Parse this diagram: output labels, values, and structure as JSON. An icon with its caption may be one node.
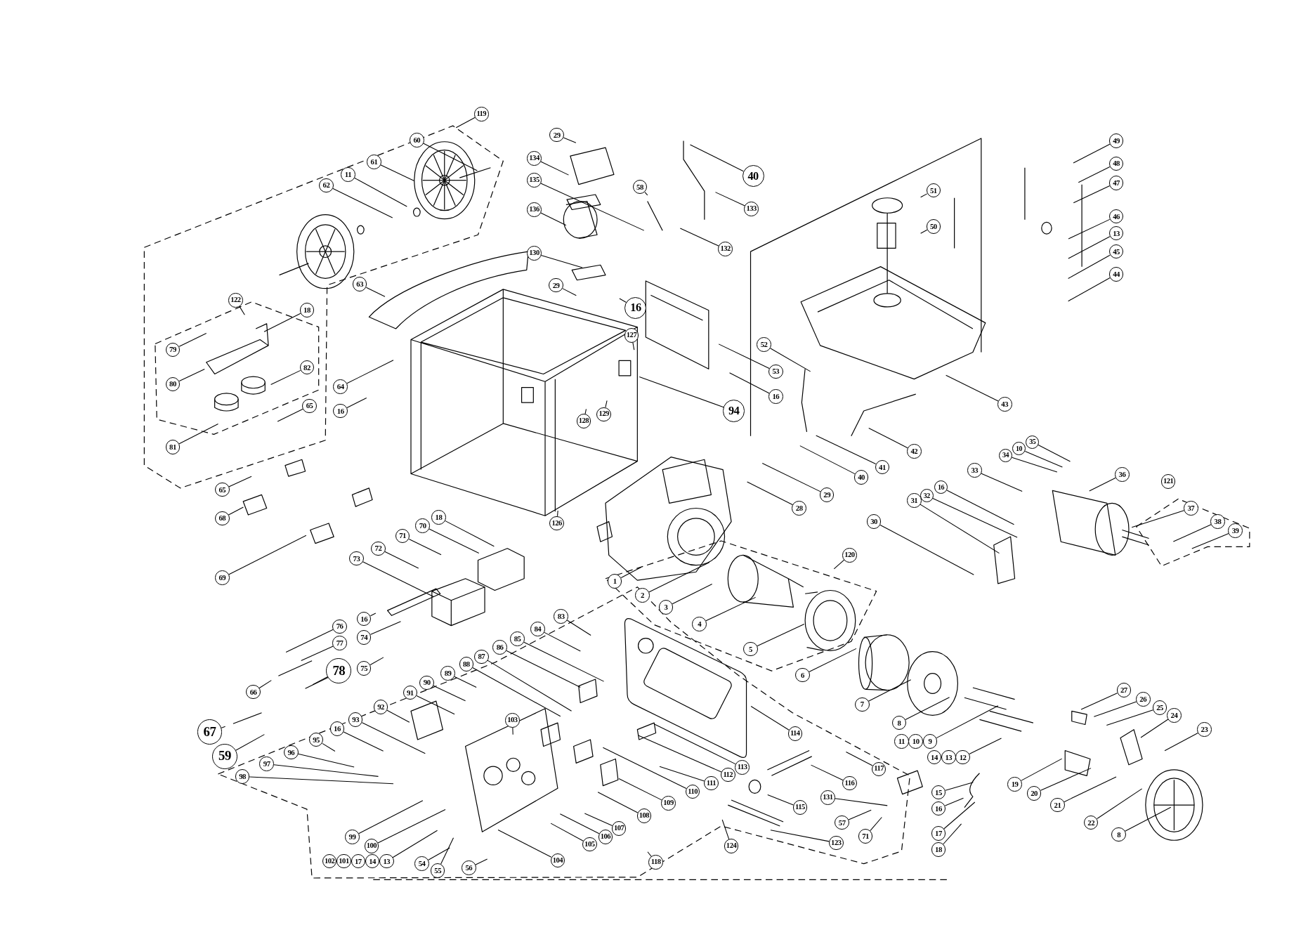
{
  "diagram": {
    "nodes": [
      {
        "text": [
          "119"
        ]
      },
      {
        "text": [
          "60"
        ]
      },
      {
        "text": [
          "61"
        ]
      },
      {
        "text": [
          "11"
        ]
      },
      {
        "text": [
          "62"
        ]
      },
      {
        "text": [
          "122"
        ]
      },
      {
        "text": [
          "18"
        ]
      },
      {
        "text": [
          "79"
        ]
      },
      {
        "text": [
          "80"
        ]
      },
      {
        "text": [
          "82"
        ]
      },
      {
        "text": [
          "65"
        ]
      },
      {
        "text": [
          "81"
        ]
      },
      {
        "text": [
          "63"
        ]
      },
      {
        "text": [
          "64"
        ]
      },
      {
        "text": [
          "16"
        ]
      },
      {
        "text": [
          "29"
        ]
      },
      {
        "text": [
          "134"
        ]
      },
      {
        "text": [
          "135"
        ]
      },
      {
        "text": [
          "136"
        ]
      },
      {
        "text": [
          "130"
        ]
      },
      {
        "text": [
          "29"
        ]
      },
      {
        "text": [
          "58"
        ]
      },
      {
        "text": [
          "40"
        ]
      },
      {
        "text": [
          "133"
        ]
      },
      {
        "text": [
          "132"
        ]
      },
      {
        "text": [
          "16"
        ]
      },
      {
        "text": [
          "127"
        ]
      },
      {
        "text": [
          "128"
        ]
      },
      {
        "text": [
          "129"
        ]
      },
      {
        "text": [
          "94"
        ]
      },
      {
        "text": [
          "52"
        ]
      },
      {
        "text": [
          "53"
        ]
      },
      {
        "text": [
          "16"
        ]
      },
      {
        "text": [
          "51"
        ]
      },
      {
        "text": [
          "50"
        ]
      },
      {
        "text": [
          "43"
        ]
      },
      {
        "text": [
          "42"
        ]
      },
      {
        "text": [
          "41"
        ]
      },
      {
        "text": [
          "40"
        ]
      },
      {
        "text": [
          "49"
        ]
      },
      {
        "text": [
          "48"
        ]
      },
      {
        "text": [
          "47"
        ]
      },
      {
        "text": [
          "46"
        ]
      },
      {
        "text": [
          "13"
        ]
      },
      {
        "text": [
          "45"
        ]
      },
      {
        "text": [
          "44"
        ]
      },
      {
        "text": [
          "35"
        ]
      },
      {
        "text": [
          "10"
        ]
      },
      {
        "text": [
          "34"
        ]
      },
      {
        "text": [
          "33"
        ]
      },
      {
        "text": [
          "36"
        ]
      },
      {
        "text": [
          "121"
        ]
      },
      {
        "text": [
          "37"
        ]
      },
      {
        "text": [
          "38"
        ]
      },
      {
        "text": [
          "39"
        ]
      },
      {
        "text": [
          "16"
        ]
      },
      {
        "text": [
          "32"
        ]
      },
      {
        "text": [
          "31"
        ]
      },
      {
        "text": [
          "30"
        ]
      },
      {
        "text": [
          "29"
        ]
      },
      {
        "text": [
          "28"
        ]
      },
      {
        "text": [
          "120"
        ]
      },
      {
        "text": [
          "1"
        ]
      },
      {
        "text": [
          "2"
        ]
      },
      {
        "text": [
          "3"
        ]
      },
      {
        "text": [
          "4"
        ]
      },
      {
        "text": [
          "5"
        ]
      },
      {
        "text": [
          "6"
        ]
      },
      {
        "text": [
          "7"
        ]
      },
      {
        "text": [
          "8"
        ]
      },
      {
        "text": [
          "11"
        ]
      },
      {
        "text": [
          "10"
        ]
      },
      {
        "text": [
          "9"
        ]
      },
      {
        "text": [
          "14"
        ]
      },
      {
        "text": [
          "13"
        ]
      },
      {
        "text": [
          "12"
        ]
      },
      {
        "text": [
          "27"
        ]
      },
      {
        "text": [
          "26"
        ]
      },
      {
        "text": [
          "25"
        ]
      },
      {
        "text": [
          "24"
        ]
      },
      {
        "text": [
          "23"
        ]
      },
      {
        "text": [
          "19"
        ]
      },
      {
        "text": [
          "20"
        ]
      },
      {
        "text": [
          "21"
        ]
      },
      {
        "text": [
          "22"
        ]
      },
      {
        "text": [
          "8"
        ]
      },
      {
        "text": [
          "15"
        ]
      },
      {
        "text": [
          "16"
        ]
      },
      {
        "text": [
          "17"
        ]
      },
      {
        "text": [
          "18"
        ]
      },
      {
        "text": [
          "65"
        ]
      },
      {
        "text": [
          "68"
        ]
      },
      {
        "text": [
          "69"
        ]
      },
      {
        "text": [
          "126"
        ]
      },
      {
        "text": [
          "18"
        ]
      },
      {
        "text": [
          "70"
        ]
      },
      {
        "text": [
          "71"
        ]
      },
      {
        "text": [
          "72"
        ]
      },
      {
        "text": [
          "73"
        ]
      },
      {
        "text": [
          "16"
        ]
      },
      {
        "text": [
          "74"
        ]
      },
      {
        "text": [
          "75"
        ]
      },
      {
        "text": [
          "76"
        ]
      },
      {
        "text": [
          "77"
        ]
      },
      {
        "text": [
          "66"
        ]
      },
      {
        "text": [
          "78"
        ]
      },
      {
        "text": [
          "67"
        ]
      },
      {
        "text": [
          "59"
        ]
      },
      {
        "text": [
          "83"
        ]
      },
      {
        "text": [
          "84"
        ]
      },
      {
        "text": [
          "85"
        ]
      },
      {
        "text": [
          "86"
        ]
      },
      {
        "text": [
          "87"
        ]
      },
      {
        "text": [
          "88"
        ]
      },
      {
        "text": [
          "89"
        ]
      },
      {
        "text": [
          "90"
        ]
      },
      {
        "text": [
          "91"
        ]
      },
      {
        "text": [
          "92"
        ]
      },
      {
        "text": [
          "103"
        ]
      },
      {
        "text": [
          "93"
        ]
      },
      {
        "text": [
          "16"
        ]
      },
      {
        "text": [
          "95"
        ]
      },
      {
        "text": [
          "96"
        ]
      },
      {
        "text": [
          "97"
        ]
      },
      {
        "text": [
          "98"
        ]
      },
      {
        "text": [
          "99"
        ]
      },
      {
        "text": [
          "100"
        ]
      },
      {
        "text": [
          "102"
        ]
      },
      {
        "text": [
          "101"
        ]
      },
      {
        "text": [
          "17"
        ]
      },
      {
        "text": [
          "14"
        ]
      },
      {
        "text": [
          "13"
        ]
      },
      {
        "text": [
          "54"
        ]
      },
      {
        "text": [
          "55"
        ]
      },
      {
        "text": [
          "56"
        ]
      },
      {
        "text": [
          "104"
        ]
      },
      {
        "text": [
          "105"
        ]
      },
      {
        "text": [
          "106"
        ]
      },
      {
        "text": [
          "107"
        ]
      },
      {
        "text": [
          "108"
        ]
      },
      {
        "text": [
          "109"
        ]
      },
      {
        "text": [
          "110"
        ]
      },
      {
        "text": [
          "111"
        ]
      },
      {
        "text": [
          "112"
        ]
      },
      {
        "text": [
          "113"
        ]
      },
      {
        "text": [
          "114"
        ]
      },
      {
        "text": [
          "116"
        ]
      },
      {
        "text": [
          "117"
        ]
      },
      {
        "text": [
          "115"
        ]
      },
      {
        "text": [
          "131"
        ]
      },
      {
        "text": [
          "57"
        ]
      },
      {
        "text": [
          "71"
        ]
      },
      {
        "text": [
          "123"
        ]
      },
      {
        "text": [
          "124"
        ]
      },
      {
        "text": [
          "118"
        ]
      }
    ],
    "edges": [
      {
        "from": 0,
        "to": null,
        "arrow": "none"
      },
      {
        "from": 1,
        "to": null,
        "arrow": "none"
      },
      {
        "from": 2,
        "to": null,
        "arrow": "none"
      },
      {
        "from": 3,
        "to": null,
        "arrow": "none"
      },
      {
        "from": 4,
        "to": null,
        "arrow": "none"
      },
      {
        "from": 5,
        "to": null,
        "arrow": "none"
      },
      {
        "from": 6,
        "to": null,
        "arrow": "none"
      },
      {
        "from": 7,
        "to": null,
        "arrow": "none"
      },
      {
        "from": 8,
        "to": null,
        "arrow": "none"
      },
      {
        "from": 9,
        "to": null,
        "arrow": "none"
      },
      {
        "from": 10,
        "to": null,
        "arrow": "none"
      },
      {
        "from": 11,
        "to": null,
        "arrow": "none"
      },
      {
        "from": 12,
        "to": null,
        "arrow": "none"
      },
      {
        "from": 13,
        "to": null,
        "arrow": "none"
      },
      {
        "from": 14,
        "to": null,
        "arrow": "none"
      },
      {
        "from": 15,
        "to": null,
        "arrow": "none"
      },
      {
        "from": 16,
        "to": null,
        "arrow": "none"
      },
      {
        "from": 17,
        "to": null,
        "arrow": "none"
      },
      {
        "from": 18,
        "to": null,
        "arrow": "none"
      },
      {
        "from": 19,
        "to": null,
        "arrow": "none"
      },
      {
        "from": 20,
        "to": null,
        "arrow": "none"
      },
      {
        "from": 21,
        "to": null,
        "arrow": "none"
      },
      {
        "from": 22,
        "to": null,
        "arrow": "none"
      },
      {
        "from": 23,
        "to": null,
        "arrow": "none"
      },
      {
        "from": 24,
        "to": null,
        "arrow": "none"
      },
      {
        "from": 25,
        "to": null,
        "arrow": "none"
      },
      {
        "from": 26,
        "to": null,
        "arrow": "none"
      },
      {
        "from": 27,
        "to": null,
        "arrow": "none"
      },
      {
        "from": 28,
        "to": null,
        "arrow": "none"
      },
      {
        "from": 29,
        "to": null,
        "arrow": "none"
      },
      {
        "from": 30,
        "to": null,
        "arrow": "none"
      },
      {
        "from": 31,
        "to": null,
        "arrow": "none"
      },
      {
        "from": 32,
        "to": null,
        "arrow": "none"
      },
      {
        "from": 33,
        "to": null,
        "arrow": "none"
      },
      {
        "from": 34,
        "to": null,
        "arrow": "none"
      },
      {
        "from": 35,
        "to": null,
        "arrow": "none"
      },
      {
        "from": 36,
        "to": null,
        "arrow": "none"
      },
      {
        "from": 37,
        "to": null,
        "arrow": "none"
      },
      {
        "from": 38,
        "to": null,
        "arrow": "none"
      },
      {
        "from": 39,
        "to": null,
        "arrow": "none"
      },
      {
        "from": 40,
        "to": null,
        "arrow": "none"
      },
      {
        "from": 41,
        "to": null,
        "arrow": "none"
      },
      {
        "from": 42,
        "to": null,
        "arrow": "none"
      },
      {
        "from": 43,
        "to": null,
        "arrow": "none"
      },
      {
        "from": 44,
        "to": null,
        "arrow": "none"
      },
      {
        "from": 45,
        "to": null,
        "arrow": "none"
      },
      {
        "from": 46,
        "to": null,
        "arrow": "none"
      },
      {
        "from": 47,
        "to": null,
        "arrow": "none"
      },
      {
        "from": 48,
        "to": null,
        "arrow": "none"
      },
      {
        "from": 49,
        "to": null,
        "arrow": "none"
      },
      {
        "from": 50,
        "to": null,
        "arrow": "none"
      },
      {
        "from": 51,
        "to": null,
        "arrow": "none"
      },
      {
        "from": 52,
        "to": null,
        "arrow": "none"
      },
      {
        "from": 53,
        "to": null,
        "arrow": "none"
      },
      {
        "from": 54,
        "to": null,
        "arrow": "none"
      },
      {
        "from": 55,
        "to": null,
        "arrow": "none"
      },
      {
        "from": 56,
        "to": null,
        "arrow": "none"
      },
      {
        "from": 57,
        "to": null,
        "arrow": "none"
      },
      {
        "from": 58,
        "to": null,
        "arrow": "none"
      },
      {
        "from": 59,
        "to": null,
        "arrow": "none"
      },
      {
        "from": 60,
        "to": null,
        "arrow": "none"
      },
      {
        "from": 61,
        "to": null,
        "arrow": "none"
      },
      {
        "from": 62,
        "to": null,
        "arrow": "none"
      },
      {
        "from": 63,
        "to": null,
        "arrow": "none"
      },
      {
        "from": 64,
        "to": null,
        "arrow": "none"
      },
      {
        "from": 65,
        "to": null,
        "arrow": "none"
      },
      {
        "from": 66,
        "to": null,
        "arrow": "none"
      },
      {
        "from": 67,
        "to": null,
        "arrow": "none"
      },
      {
        "from": 68,
        "to": null,
        "arrow": "none"
      },
      {
        "from": 69,
        "to": null,
        "arrow": "none"
      },
      {
        "from": 72,
        "to": null,
        "arrow": "none"
      },
      {
        "from": 75,
        "to": null,
        "arrow": "none"
      },
      {
        "from": 76,
        "to": null,
        "arrow": "none"
      },
      {
        "from": 77,
        "to": null,
        "arrow": "none"
      },
      {
        "from": 78,
        "to": null,
        "arrow": "none"
      },
      {
        "from": 79,
        "to": null,
        "arrow": "none"
      },
      {
        "from": 80,
        "to": null,
        "arrow": "none"
      },
      {
        "from": 81,
        "to": null,
        "arrow": "none"
      },
      {
        "from": 82,
        "to": null,
        "arrow": "none"
      },
      {
        "from": 83,
        "to": null,
        "arrow": "none"
      },
      {
        "from": 84,
        "to": null,
        "arrow": "none"
      },
      {
        "from": 85,
        "to": null,
        "arrow": "none"
      },
      {
        "from": 86,
        "to": null,
        "arrow": "none"
      },
      {
        "from": 87,
        "to": null,
        "arrow": "none"
      },
      {
        "from": 88,
        "to": null,
        "arrow": "none"
      },
      {
        "from": 89,
        "to": null,
        "arrow": "none"
      },
      {
        "from": 90,
        "to": null,
        "arrow": "none"
      },
      {
        "from": 91,
        "to": null,
        "arrow": "none"
      },
      {
        "from": 92,
        "to": null,
        "arrow": "none"
      },
      {
        "from": 93,
        "to": null,
        "arrow": "none"
      },
      {
        "from": 94,
        "to": null,
        "arrow": "none"
      },
      {
        "from": 95,
        "to": null,
        "arrow": "none"
      },
      {
        "from": 96,
        "to": null,
        "arrow": "none"
      },
      {
        "from": 97,
        "to": null,
        "arrow": "none"
      },
      {
        "from": 98,
        "to": null,
        "arrow": "none"
      },
      {
        "from": 99,
        "to": null,
        "arrow": "none"
      },
      {
        "from": 100,
        "to": null,
        "arrow": "none"
      },
      {
        "from": 101,
        "to": null,
        "arrow": "none"
      },
      {
        "from": 102,
        "to": null,
        "arrow": "none"
      },
      {
        "from": 103,
        "to": null,
        "arrow": "none"
      },
      {
        "from": 104,
        "to": null,
        "arrow": "none"
      },
      {
        "from": 105,
        "to": null,
        "arrow": "none"
      },
      {
        "from": 106,
        "to": null,
        "arrow": "none"
      },
      {
        "from": 107,
        "to": null,
        "arrow": "none"
      },
      {
        "from": 108,
        "to": null,
        "arrow": "none"
      },
      {
        "from": 109,
        "to": null,
        "arrow": "none"
      },
      {
        "from": 110,
        "to": null,
        "arrow": "none"
      },
      {
        "from": 111,
        "to": null,
        "arrow": "none"
      },
      {
        "from": 112,
        "to": null,
        "arrow": "none"
      },
      {
        "from": 113,
        "to": null,
        "arrow": "none"
      },
      {
        "from": 114,
        "to": null,
        "arrow": "none"
      },
      {
        "from": 115,
        "to": null,
        "arrow": "none"
      },
      {
        "from": 116,
        "to": null,
        "arrow": "none"
      },
      {
        "from": 117,
        "to": null,
        "arrow": "none"
      },
      {
        "from": 118,
        "to": null,
        "arrow": "none"
      },
      {
        "from": 119,
        "to": null,
        "arrow": "none"
      },
      {
        "from": 120,
        "to": null,
        "arrow": "none"
      },
      {
        "from": 121,
        "to": null,
        "arrow": "none"
      },
      {
        "from": 122,
        "to": null,
        "arrow": "none"
      },
      {
        "from": 123,
        "to": null,
        "arrow": "none"
      },
      {
        "from": 124,
        "to": null,
        "arrow": "none"
      },
      {
        "from": 125,
        "to": null,
        "arrow": "none"
      },
      {
        "from": 126,
        "to": null,
        "arrow": "none"
      },
      {
        "from": 131,
        "to": null,
        "arrow": "none"
      },
      {
        "from": 132,
        "to": null,
        "arrow": "none"
      },
      {
        "from": 133,
        "to": null,
        "arrow": "none"
      },
      {
        "from": 134,
        "to": null,
        "arrow": "none"
      },
      {
        "from": 135,
        "to": null,
        "arrow": "none"
      },
      {
        "from": 136,
        "to": null,
        "arrow": "none"
      },
      {
        "from": 137,
        "to": null,
        "arrow": "none"
      },
      {
        "from": 138,
        "to": null,
        "arrow": "none"
      },
      {
        "from": 139,
        "to": null,
        "arrow": "none"
      },
      {
        "from": 140,
        "to": null,
        "arrow": "none"
      },
      {
        "from": 141,
        "to": null,
        "arrow": "none"
      },
      {
        "from": 142,
        "to": null,
        "arrow": "none"
      },
      {
        "from": 143,
        "to": null,
        "arrow": "none"
      },
      {
        "from": 144,
        "to": null,
        "arrow": "none"
      },
      {
        "from": 145,
        "to": null,
        "arrow": "none"
      },
      {
        "from": 146,
        "to": null,
        "arrow": "none"
      },
      {
        "from": 147,
        "to": null,
        "arrow": "none"
      },
      {
        "from": 148,
        "to": null,
        "arrow": "none"
      },
      {
        "from": 149,
        "to": null,
        "arrow": "none"
      },
      {
        "from": 150,
        "to": null,
        "arrow": "none"
      },
      {
        "from": 151,
        "to": null,
        "arrow": "none"
      },
      {
        "from": 152,
        "to": null,
        "arrow": "none"
      },
      {
        "from": 153,
        "to": null,
        "arrow": "none"
      },
      {
        "from": 154,
        "to": null,
        "arrow": "none"
      }
    ]
  }
}
